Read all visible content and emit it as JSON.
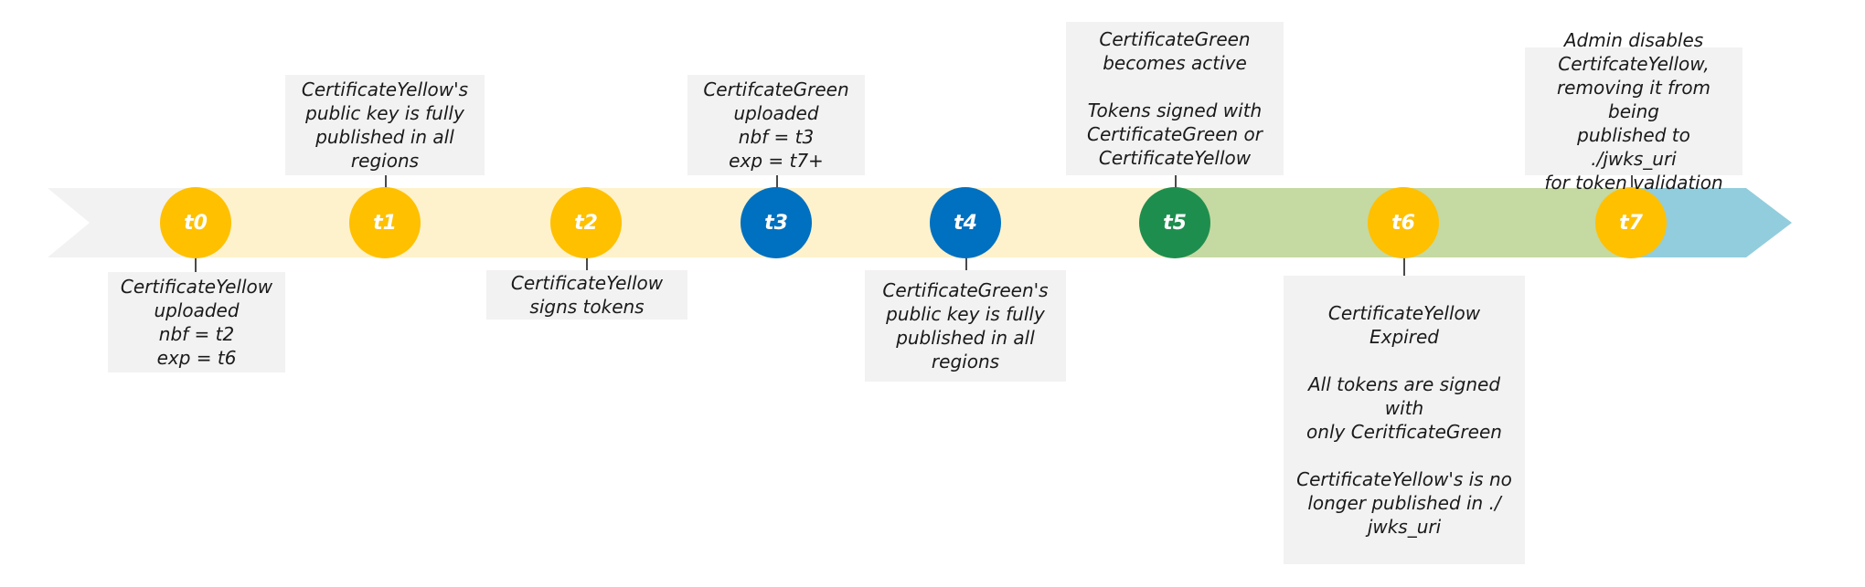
{
  "timeline": {
    "colors": {
      "pre_active": "#fef2cc",
      "active": "#c5d9a2",
      "final": "#92cddd",
      "chevron_start": "#f2f2f2",
      "yellow_node": "#ffc000",
      "blue_node": "#0070c0",
      "green_node": "#1e8e4e"
    },
    "nodes": [
      {
        "label": "t0",
        "color": "yellow"
      },
      {
        "label": "t1",
        "color": "yellow"
      },
      {
        "label": "t2",
        "color": "yellow"
      },
      {
        "label": "t3",
        "color": "blue"
      },
      {
        "label": "t4",
        "color": "blue"
      },
      {
        "label": "t5",
        "color": "green"
      },
      {
        "label": "t6",
        "color": "yellow"
      },
      {
        "label": "t7",
        "color": "yellow"
      }
    ]
  },
  "notes": {
    "t0": "CertificateYellow\nuploaded\nnbf = t2\nexp = t6",
    "t1": "CertificateYellow's\npublic key is fully\npublished in all\nregions",
    "t2": "CertificateYellow\nsigns tokens",
    "t3": "CertifcateGreen\nuploaded\nnbf = t3\nexp = t7+",
    "t4": "CertificateGreen's\npublic key is fully\npublished in all\nregions",
    "t5": "CertificateGreen\nbecomes active\n\nTokens signed with\nCertificateGreen or\nCertificateYellow",
    "t6": "CertificateYellow\nExpired\n\nAll tokens are signed with\nonly CeritficateGreen\n\nCertificateYellow's is no\nlonger published in ./\njwks_uri",
    "t7": "Admin disables\nCertifcateYellow,\nremoving it from being\npublished to ./jwks_uri\nfor token validation"
  }
}
